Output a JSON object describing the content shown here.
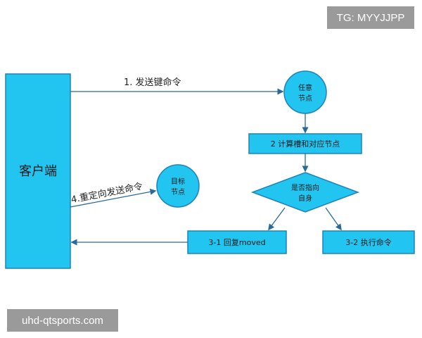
{
  "watermark_top": "TG: MYYJJPP",
  "watermark_bottom": "uhd-qtsports.com",
  "colors": {
    "fill": "#22c4f0",
    "stroke": "#1e83b6",
    "arrow": "#2a6a9a",
    "text": "#1a1a1a"
  },
  "nodes": {
    "client": "客户端",
    "any_node_line1": "任意",
    "any_node_line2": "节点",
    "compute_slot": "2 计算槽和对应节点",
    "decision_line1": "是否指向",
    "decision_line2": "自身",
    "reply_moved": "3-1 回复moved",
    "execute_cmd": "3-2 执行命令",
    "target_node_line1": "目标",
    "target_node_line2": "节点"
  },
  "edges": {
    "send_key_cmd": "1. 发送键命令",
    "redirect_send": "4.重定向发送命令"
  }
}
